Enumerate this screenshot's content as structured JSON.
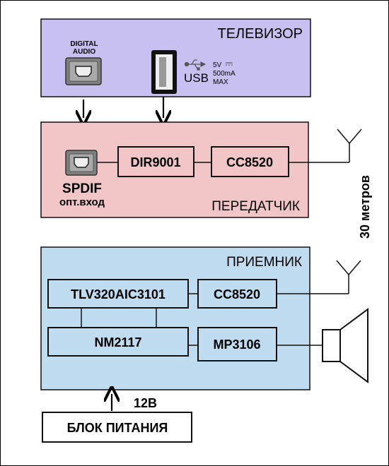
{
  "tv": {
    "title": "ТЕЛЕВИЗОР",
    "digital_audio": [
      "DIGITAL",
      "AUDIO"
    ],
    "usb_label": "USB",
    "usb_specs": [
      "5V",
      "500mA",
      "MAX"
    ]
  },
  "transmitter": {
    "title": "ПЕРЕДАТЧИК",
    "spdif_label": "SPDIF",
    "spdif_sub": "опт.вход",
    "chip_dir": "DIR9001",
    "chip_cc": "CC8520"
  },
  "distance": "30 метров",
  "receiver": {
    "title": "ПРИЕМНИК",
    "chip_codec": "TLV320AIC3101",
    "chip_cc": "CC8520",
    "chip_nm": "NM2117",
    "chip_amp": "MP3106"
  },
  "power": {
    "voltage": "12В",
    "label": "БЛОК ПИТАНИЯ"
  },
  "colors": {
    "tv_fill": "#c8c0f0",
    "transmitter_fill": "#f2c6c6",
    "receiver_fill": "#c0dcf0",
    "border": "#111111"
  }
}
